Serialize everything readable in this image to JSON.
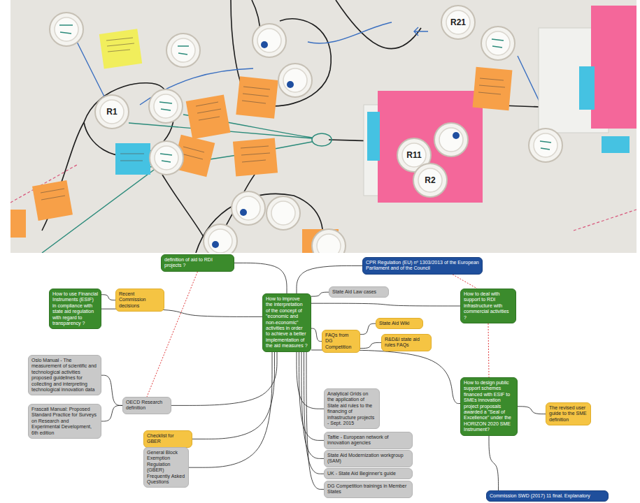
{
  "diagram": {
    "nodes": [
      {
        "text": [
          "definition of aid to RDI projects ?"
        ]
      },
      {
        "text": [
          "CPR Regulation (EU) nº 1303/2013 of the European Parliament and of the Council"
        ]
      },
      {
        "text": [
          "State Aid Law cases"
        ]
      },
      {
        "text": [
          "How to use Financial Instruments (ESIF) in compliance with state aid regulation with regard to transparency ?"
        ]
      },
      {
        "text": [
          "Recent Commission decisions"
        ]
      },
      {
        "text": [
          "How to improve the interpretation of the concept of \"economic and non-economic\" activities in order to achieve a better implementation of the aid measures ?"
        ]
      },
      {
        "text": [
          "How to deal with support to RDI infrastructure with commercial activities ?"
        ]
      },
      {
        "text": [
          "State Aid Wiki"
        ]
      },
      {
        "text": [
          "FAQs from DG Competition"
        ]
      },
      {
        "text": [
          "R&D&I state aid rules FAQs"
        ]
      },
      {
        "text": [
          "Oslo Manual - The measurement of scientific and technological activities proposed guidelines for collecting and interpreting technological innovation data"
        ]
      },
      {
        "text": [
          "How to design public support schemes financed with ESIF to SMEs innovation project proposals awarded a \"Seal of Excellence\" under the HORIZON 2020 SME Instrument?"
        ]
      },
      {
        "text": [
          "Analytical Grids on the application of State aid rules to the financing of infrastructure projects - Sept. 2015"
        ]
      },
      {
        "text": [
          "OECD Research definition"
        ]
      },
      {
        "text": [
          "The revised user guide to the SME definition"
        ]
      },
      {
        "text": [
          "Frascati Manual: Proposed Standard Practice for Surveys on Research and Experimental Development, 6th edition"
        ]
      },
      {
        "text": [
          "Checklist for GBER"
        ]
      },
      {
        "text": [
          "Taftie - European network of innovation agencies"
        ]
      },
      {
        "text": [
          "General Block Exemption Regulation (GBER) Frequently Asked Questions"
        ]
      },
      {
        "text": [
          "State Aid Modernization workgroup (SAM)"
        ]
      },
      {
        "text": [
          "UK - State Aid Beginner's guide"
        ]
      },
      {
        "text": [
          "DG Competition trainings in Member States"
        ]
      },
      {
        "text": [
          "Commission SWD (2017) 11 final. Explanatory"
        ]
      }
    ],
    "edges": [
      {
        "from": 5,
        "to": 0,
        "arrow": "none"
      },
      {
        "from": 5,
        "to": 1,
        "arrow": "none"
      },
      {
        "from": 5,
        "to": 2,
        "arrow": "none"
      },
      {
        "from": 5,
        "to": 3,
        "arrow": "none"
      },
      {
        "from": 3,
        "to": 4,
        "arrow": "none"
      },
      {
        "from": 5,
        "to": 6,
        "arrow": "none"
      },
      {
        "from": 5,
        "to": 8,
        "arrow": "none"
      },
      {
        "from": 8,
        "to": 7,
        "arrow": "none"
      },
      {
        "from": 8,
        "to": 9,
        "arrow": "none"
      },
      {
        "from": 5,
        "to": 12,
        "arrow": "none"
      },
      {
        "from": 5,
        "to": 13,
        "arrow": "none"
      },
      {
        "from": 13,
        "to": 10,
        "arrow": "none"
      },
      {
        "from": 13,
        "to": 15,
        "arrow": "none"
      },
      {
        "from": 5,
        "to": 16,
        "arrow": "none"
      },
      {
        "from": 5,
        "to": 17,
        "arrow": "none"
      },
      {
        "from": 5,
        "to": 18,
        "arrow": "none"
      },
      {
        "from": 5,
        "to": 19,
        "arrow": "none"
      },
      {
        "from": 5,
        "to": 20,
        "arrow": "none"
      },
      {
        "from": 5,
        "to": 21,
        "arrow": "none"
      },
      {
        "from": 5,
        "to": 11,
        "arrow": "none"
      },
      {
        "from": 11,
        "to": 14,
        "arrow": "none"
      },
      {
        "from": 11,
        "to": 22,
        "arrow": "none"
      },
      {
        "from": 0,
        "to": 13,
        "arrow": "none"
      },
      {
        "from": 1,
        "to": 6,
        "arrow": "none"
      },
      {
        "from": 6,
        "to": 11,
        "arrow": "none"
      }
    ],
    "labels": [
      "R1",
      "R11",
      "R21",
      "R2"
    ]
  }
}
